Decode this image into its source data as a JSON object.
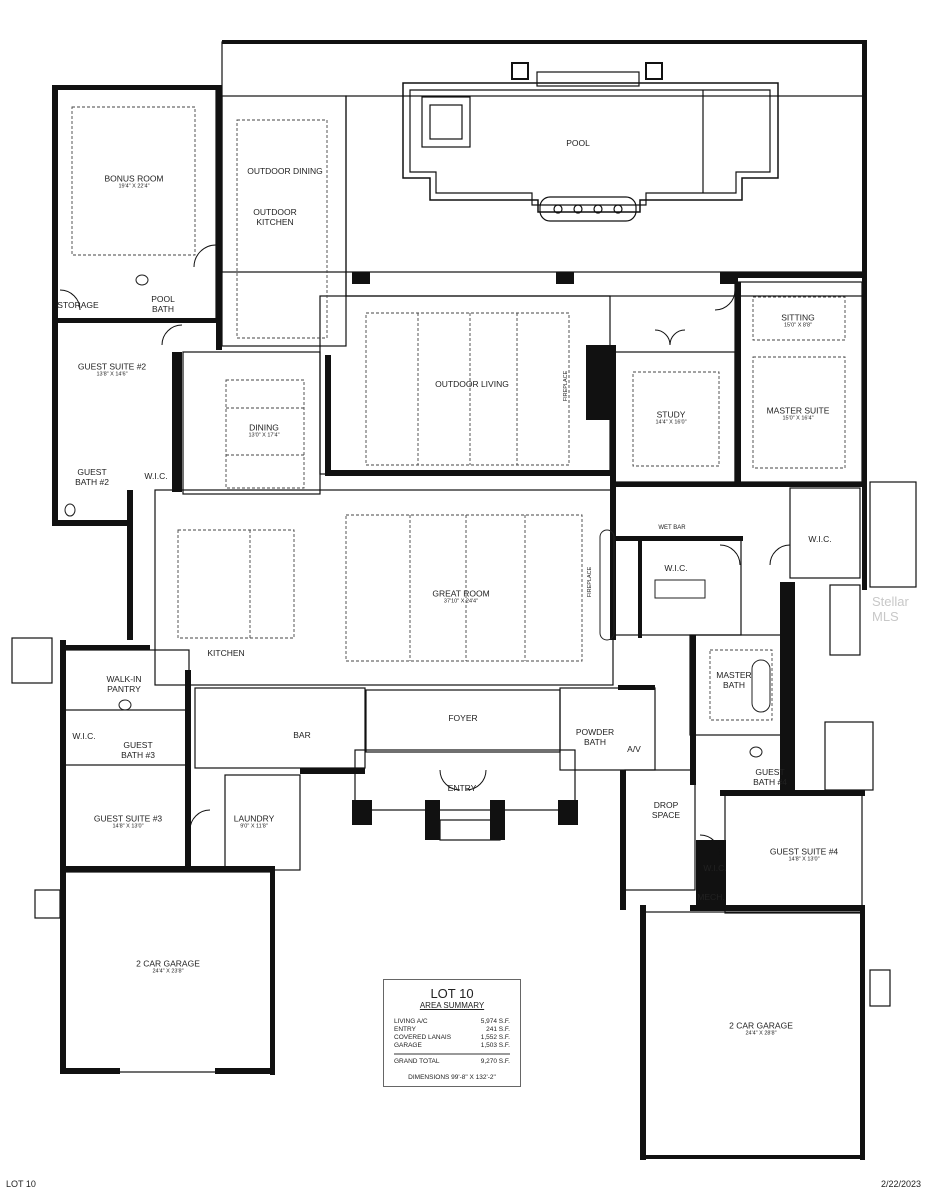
{
  "rooms": {
    "pool": {
      "name": "POOL"
    },
    "bonus_room": {
      "name": "BONUS ROOM",
      "dims": "19'4\" X 22'4\""
    },
    "outdoor_dining": {
      "name": "OUTDOOR DINING"
    },
    "outdoor_kitchen": {
      "name": "OUTDOOR KITCHEN"
    },
    "storage": {
      "name": "STORAGE"
    },
    "pool_bath": {
      "name": "POOL BATH"
    },
    "outdoor_living": {
      "name": "OUTDOOR LIVING"
    },
    "fireplace_outdoor": {
      "name": "FIREPLACE"
    },
    "study": {
      "name": "STUDY",
      "dims": "14'4\" X 16'0\""
    },
    "sitting": {
      "name": "SITTING",
      "dims": "15'0\" X 8'8\""
    },
    "master_suite": {
      "name": "MASTER SUITE",
      "dims": "15'0\" X 16'4\""
    },
    "guest_suite_2": {
      "name": "GUEST SUITE #2",
      "dims": "13'8\" X 14'6\""
    },
    "dining": {
      "name": "DINING",
      "dims": "13'0\" X 17'4\""
    },
    "guest_bath_2": {
      "name": "GUEST BATH #2"
    },
    "wic_2": {
      "name": "W.I.C."
    },
    "wet_bar": {
      "name": "WET BAR"
    },
    "wic_master_1": {
      "name": "W.I.C."
    },
    "wic_master_2": {
      "name": "W.I.C."
    },
    "fireplace_great": {
      "name": "FIREPLACE"
    },
    "great_room": {
      "name": "GREAT ROOM",
      "dims": "37'10\" X 24'4\""
    },
    "kitchen": {
      "name": "KITCHEN"
    },
    "walk_in_pantry": {
      "name": "WALK-IN PANTRY"
    },
    "wic_3": {
      "name": "W.I.C."
    },
    "guest_bath_3": {
      "name": "GUEST BATH #3"
    },
    "bar": {
      "name": "BAR"
    },
    "foyer": {
      "name": "FOYER"
    },
    "powder_bath": {
      "name": "POWDER BATH"
    },
    "av": {
      "name": "A/V"
    },
    "master_bath": {
      "name": "MASTER BATH"
    },
    "entry": {
      "name": "ENTRY"
    },
    "drop_space": {
      "name": "DROP SPACE"
    },
    "guest_bath_4": {
      "name": "GUEST BATH #4"
    },
    "guest_suite_3": {
      "name": "GUEST SUITE #3",
      "dims": "14'8\" X 13'0\""
    },
    "laundry": {
      "name": "LAUNDRY",
      "dims": "9'0\" X 11'8\""
    },
    "wic_4": {
      "name": "W.I.C."
    },
    "guest_suite_4": {
      "name": "GUEST SUITE #4",
      "dims": "14'8\" X 13'0\""
    },
    "mech": {
      "name": "MECH."
    },
    "garage_left": {
      "name": "2 CAR GARAGE",
      "dims": "24'4\" X 23'8\""
    },
    "garage_right": {
      "name": "2 CAR GARAGE",
      "dims": "24'4\" X 28'8\""
    }
  },
  "summary": {
    "title": "LOT 10",
    "subtitle": "AREA SUMMARY",
    "rows": [
      {
        "label": "LIVING A/C",
        "value": "5,974 S.F."
      },
      {
        "label": "ENTRY",
        "value": "241 S.F."
      },
      {
        "label": "COVERED LANAIS",
        "value": "1,552 S.F."
      },
      {
        "label": "GARAGE",
        "value": "1,503 S.F."
      }
    ],
    "total": {
      "label": "GRAND TOTAL",
      "value": "9,270 S.F."
    },
    "dimensions": "DIMENSIONS 99'-8\" X 132'-2\""
  },
  "footer": {
    "left": "LOT 10",
    "right": "2/22/2023"
  },
  "watermark": "Stellar MLS"
}
